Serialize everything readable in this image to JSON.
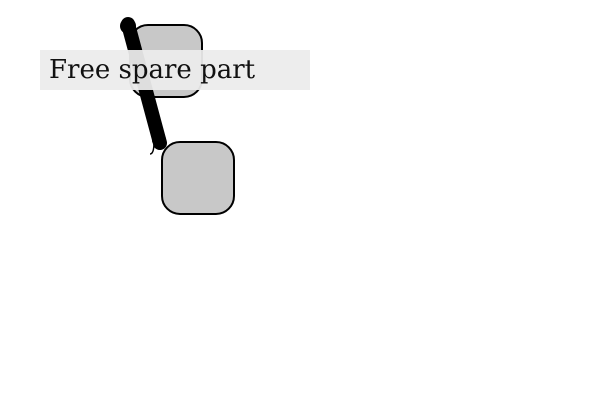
{
  "tooltip": {
    "text": "Free spare part"
  },
  "colors": {
    "background": "#ffffff",
    "part_fill": "#c8c8c8",
    "part_stroke": "#000000",
    "rod": "#000000",
    "tooltip_bg": "#ececec",
    "tooltip_text": "#111111"
  },
  "icons": {
    "part_top": "rounded-square",
    "part_bottom": "rounded-square",
    "connector": "rod"
  }
}
